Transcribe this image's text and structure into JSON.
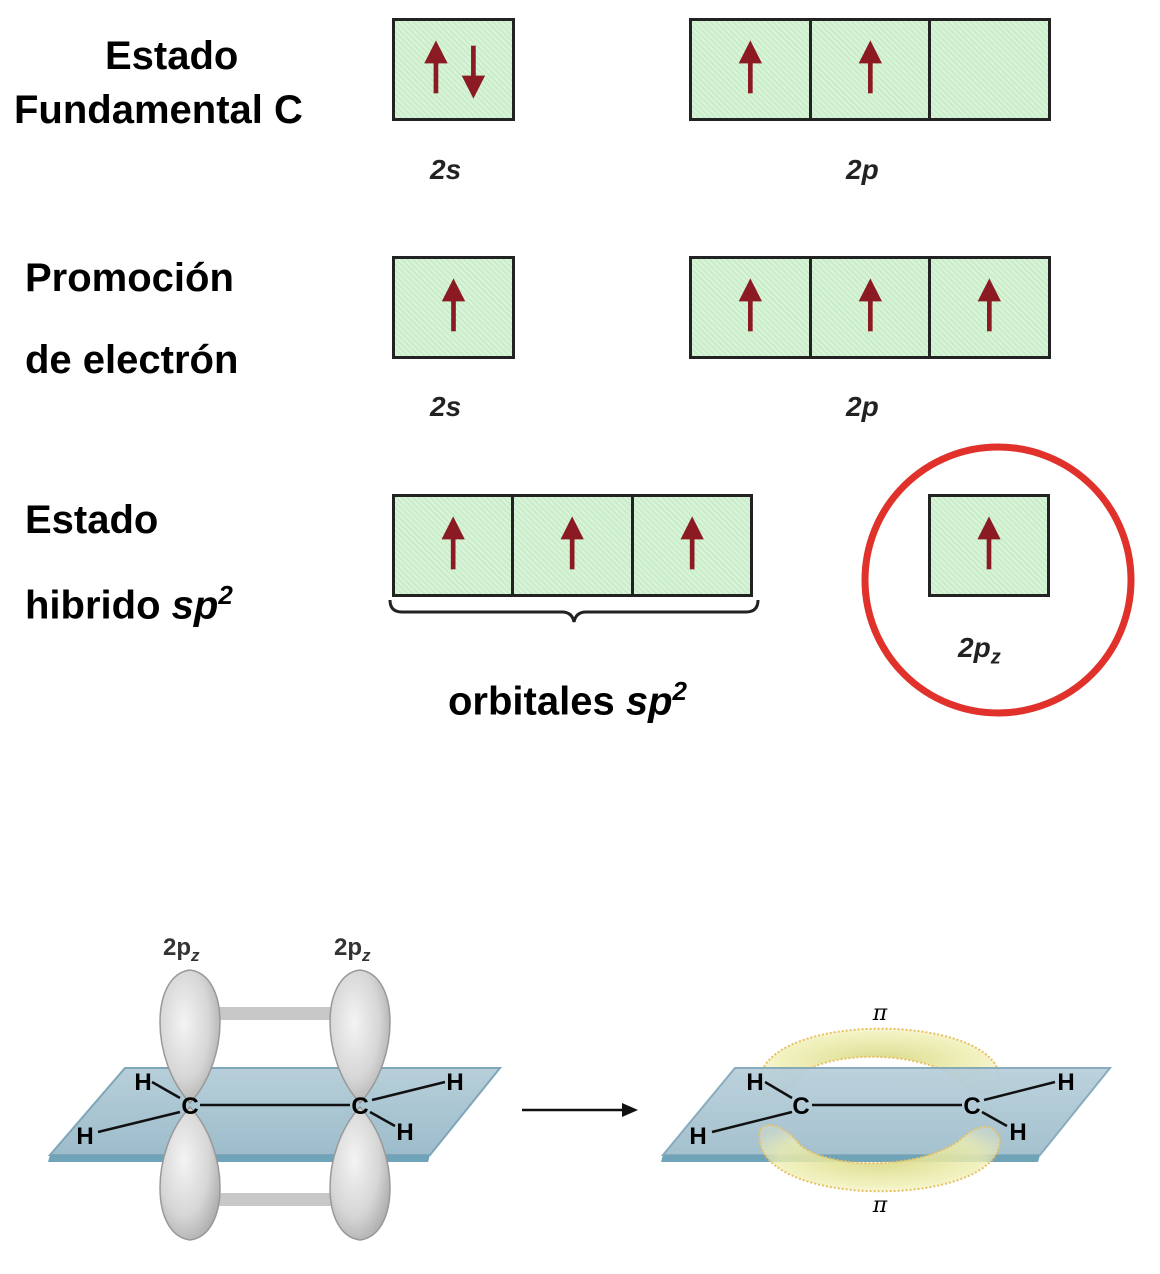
{
  "rows": [
    {
      "label_line1": "Estado",
      "label_line2": "Fundamental C",
      "label_sup": "",
      "s_label": "2s",
      "p_label": "2p",
      "s_cells": [
        "up-down"
      ],
      "p_cells": [
        "up",
        "up",
        "empty"
      ]
    },
    {
      "label_line1": "Promoción",
      "label_line2": "de electrón",
      "label_sup": "",
      "s_label": "2s",
      "p_label": "2p",
      "s_cells": [
        "up"
      ],
      "p_cells": [
        "up",
        "up",
        "up"
      ]
    },
    {
      "label_line1": "Estado",
      "label_line2": "hibrido ",
      "label_italic": "sp",
      "label_sup": "2",
      "hybrid_cells": [
        "up",
        "up",
        "up"
      ],
      "pz_cells": [
        "up"
      ],
      "pz_label": "2p",
      "pz_sub": "z",
      "hybrid_caption": "orbitales ",
      "hybrid_caption_italic": "sp",
      "hybrid_caption_sup": "2"
    }
  ],
  "molecule_left": {
    "orbital_labels": [
      {
        "text": "2p",
        "sub": "z"
      },
      {
        "text": "2p",
        "sub": "z"
      }
    ],
    "atoms": [
      "H",
      "H",
      "C",
      "C",
      "H",
      "H"
    ]
  },
  "molecule_right": {
    "pi_labels": [
      "π",
      "π"
    ],
    "atoms": [
      "H",
      "H",
      "C",
      "C",
      "H",
      "H"
    ]
  },
  "colors": {
    "arrow": "#8b1a22",
    "box_fill": "#cdeecd",
    "highlight_circle": "#e0322a",
    "plane": "#a9c7d4",
    "lobe": "#d4d4d4",
    "pi_cloud": "#e8e89a"
  }
}
